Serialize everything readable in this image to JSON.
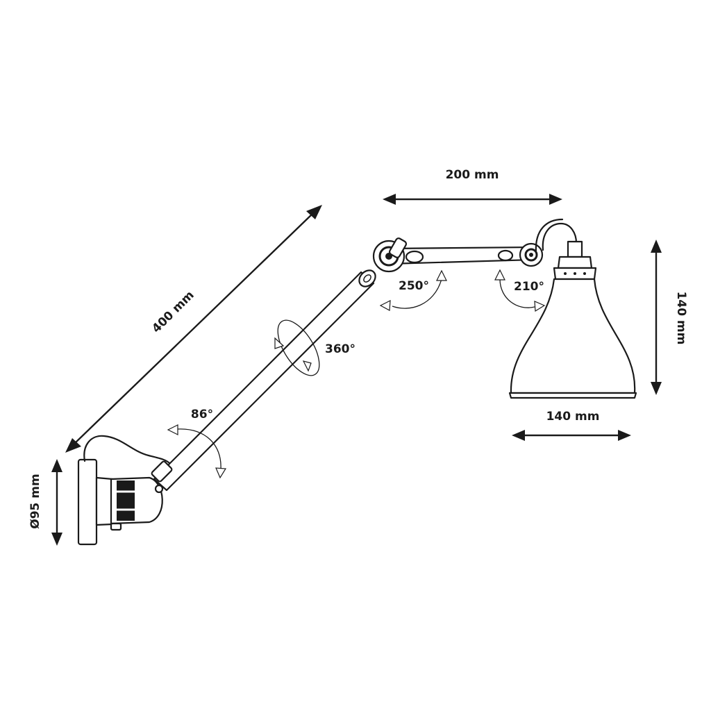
{
  "dimensions": {
    "arm_length": "400 mm",
    "upper_arm": "200 mm",
    "shade_height": "140 mm",
    "shade_width": "140 mm",
    "base_diameter": "Ø95 mm"
  },
  "rotations": {
    "elbow": "250°",
    "shade": "210°",
    "arm_swivel": "360°",
    "base": "86°"
  }
}
